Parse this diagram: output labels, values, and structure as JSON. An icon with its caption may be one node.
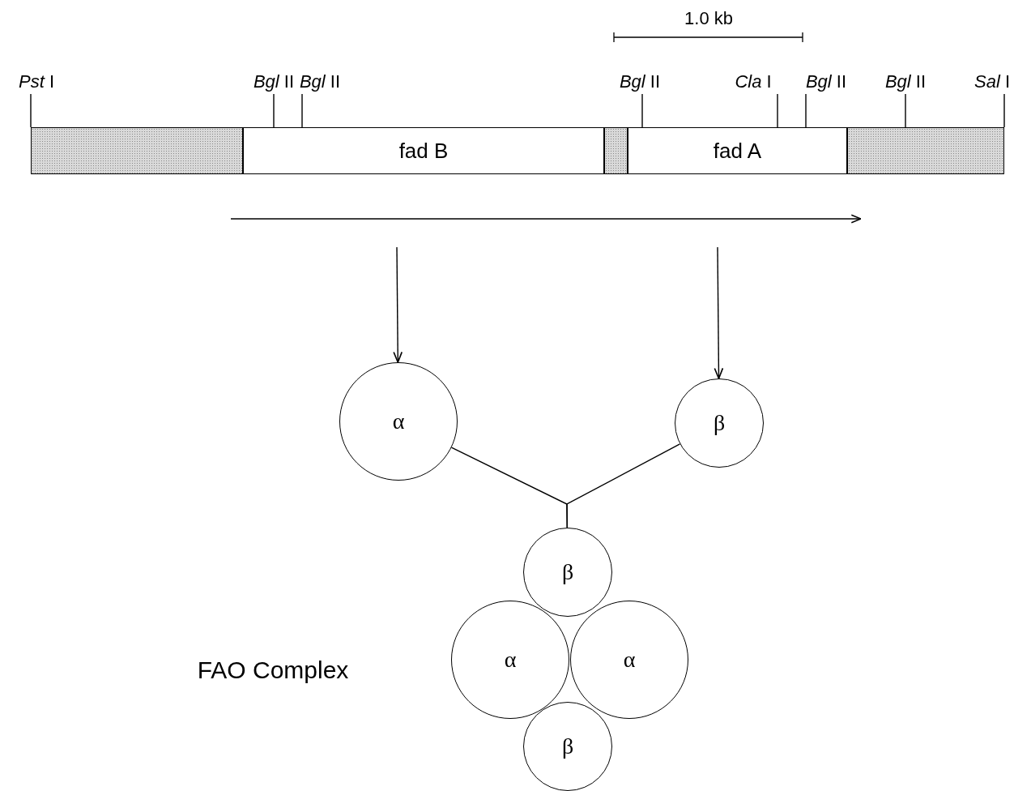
{
  "diagram": {
    "nodes": [
      {
        "text": [],
        "shape": "bar"
      },
      {
        "text": [
          "fad B"
        ]
      },
      {
        "text": [],
        "shape": "bar"
      },
      {
        "text": [
          "fad A"
        ]
      },
      {
        "text": [],
        "shape": "bar"
      },
      {
        "text": [
          "α"
        ]
      },
      {
        "text": [
          "β"
        ]
      },
      {
        "text": [
          "β"
        ]
      },
      {
        "text": [
          "α"
        ]
      },
      {
        "text": [
          "α"
        ]
      },
      {
        "text": [
          "β"
        ]
      },
      {
        "text": [
          "*Pst* I"
        ]
      },
      {
        "text": [
          "*Bgl* II"
        ]
      },
      {
        "text": [
          "*Bgl* II"
        ]
      },
      {
        "text": [
          "*Bgl* II"
        ]
      },
      {
        "text": [
          "*Cla* I"
        ]
      },
      {
        "text": [
          "*Bgl* II"
        ]
      },
      {
        "text": [
          "*Bgl* II"
        ]
      },
      {
        "text": [
          "*Sal* I"
        ]
      }
    ],
    "edges": [
      {
        "from": null,
        "to": 5,
        "arrow": "to"
      },
      {
        "from": null,
        "to": 6,
        "arrow": "to"
      },
      {
        "from": 5,
        "to": 7,
        "arrow": "none"
      },
      {
        "from": 6,
        "to": 7,
        "arrow": "none"
      },
      {
        "from": 11,
        "to": 0,
        "arrow": "none"
      },
      {
        "from": 12,
        "to": 1,
        "arrow": "none"
      },
      {
        "from": 13,
        "to": 1,
        "arrow": "none"
      },
      {
        "from": 14,
        "to": 3,
        "arrow": "none"
      },
      {
        "from": 15,
        "to": 3,
        "arrow": "none"
      },
      {
        "from": 16,
        "to": 3,
        "arrow": "none"
      },
      {
        "from": 17,
        "to": 4,
        "arrow": "none"
      },
      {
        "from": 18,
        "to": 4,
        "arrow": "none"
      }
    ],
    "labels": [
      "1.0 kb",
      "FAO Complex"
    ]
  }
}
